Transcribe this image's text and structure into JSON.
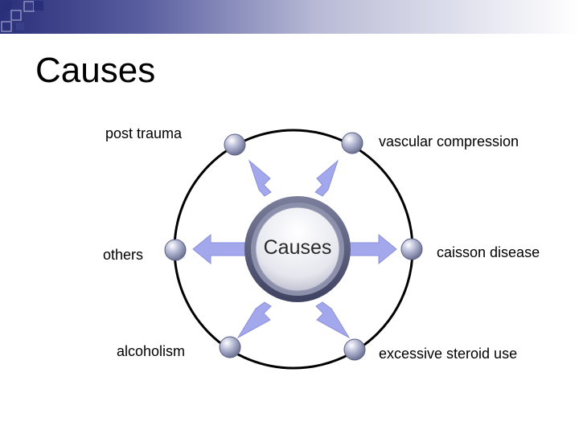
{
  "slide": {
    "title": "Causes"
  },
  "diagram": {
    "center": "Causes",
    "nodes": {
      "post_trauma": "post trauma",
      "vascular_compression": "vascular compression",
      "others": "others",
      "caisson_disease": "caisson disease",
      "alcoholism": "alcoholism",
      "excessive_steroid_use": "excessive steroid use"
    }
  },
  "colors": {
    "band_dark": "#2a2f7a",
    "arrow": "#9fa3e8",
    "node": "#9ea3c4",
    "hub_ring": "#5d6080"
  }
}
